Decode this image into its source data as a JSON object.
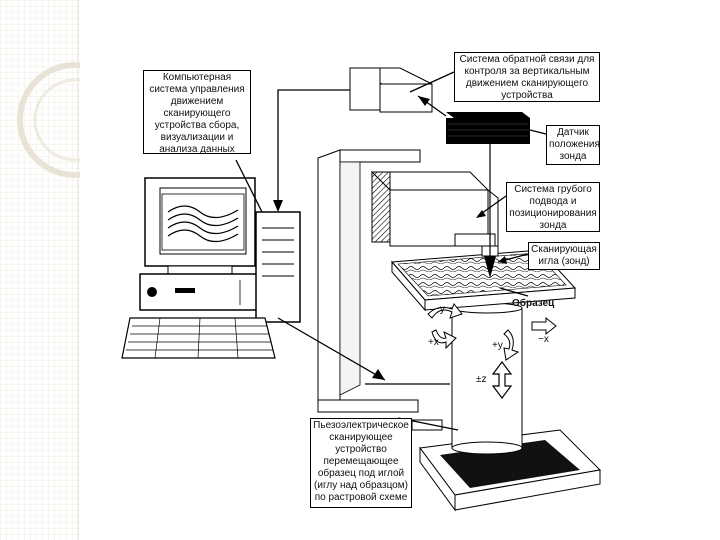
{
  "labels": {
    "computer_system": "Компьютерная\nсистема управления\nдвижением\nсканирующего\nустройства сбора,\nвизуализации и\nанализа данных",
    "feedback_system": "Система обратной связи для\nконтроля за вертикальным\nдвижением сканирующего\nустройства",
    "position_sensor": "Датчик\nположения\nзонда",
    "coarse_approach": "Система грубого\nподвода и\nпозиционирования\nзонда",
    "scanning_needle": "Сканирующая\nигла (зонд)",
    "sample": "Образец",
    "piezo_scanner": "Пьезоэлектрическое\nсканирующее\nустройство\nперемещающее\nобразец под иглой\n(иглу над образцом)\nпо растровой схеме"
  },
  "axes": {
    "plus_x": "+x",
    "minus_x": "−x",
    "plus_y": "+y",
    "minus_y": "−y",
    "pm_z": "±z"
  }
}
